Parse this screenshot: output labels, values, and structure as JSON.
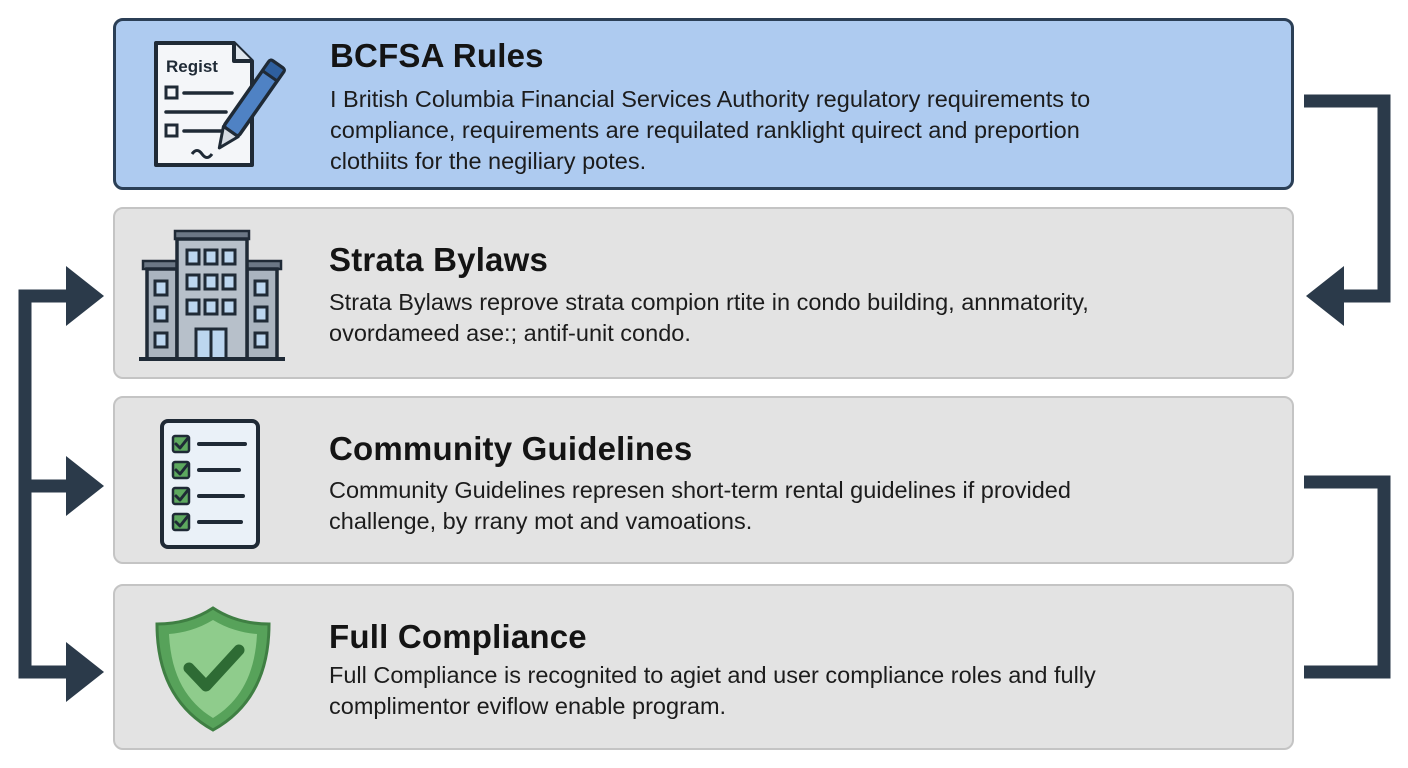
{
  "steps": [
    {
      "title": "BCFSA Rules",
      "icon": "document-pen-icon",
      "icon_label": "Regist",
      "lines": [
        "I British Columbia Financial Services Authority regulatory requirements to",
        "compliance, requirements are requilated ranklight quirect and preportion",
        "clothiits for the negiliary potes."
      ],
      "highlighted": true
    },
    {
      "title": "Strata Bylaws",
      "icon": "building-icon",
      "lines": [
        "Strata Bylaws reprove strata compion rtite in condo building, annmatority,",
        "ovordameed ase:; antif-unit condo."
      ],
      "highlighted": false
    },
    {
      "title": "Community Guidelines",
      "icon": "checklist-icon",
      "lines": [
        "Community Guidelines represen short-term rental guidelines if provided",
        "challenge, by rrany mot and vamoations."
      ],
      "highlighted": false
    },
    {
      "title": "Full Compliance",
      "icon": "shield-check-icon",
      "lines": [
        "Full Compliance is recognited to agiet and user compliance roles and fully",
        "complimentor eviflow enable program."
      ],
      "highlighted": false
    }
  ],
  "colors": {
    "highlight_fill": "#aecbf0",
    "card_fill": "#e3e3e3",
    "connector": "#2b3a4a",
    "check_green": "#4f9a52"
  }
}
